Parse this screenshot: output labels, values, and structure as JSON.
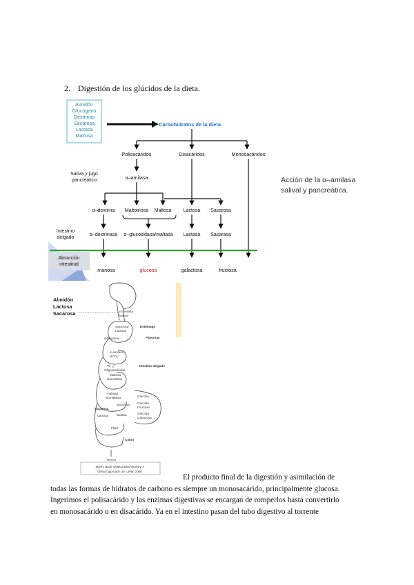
{
  "heading": {
    "number": "2.",
    "text": "Digestión de los glúcidos de la dieta."
  },
  "diagram1": {
    "box_items": [
      "Almidón",
      "Glucógeno",
      "Dextrinas",
      "Sacarosa",
      "Lactosa",
      "Maltosa"
    ],
    "title": "Carbohidratos de la dieta",
    "categories": [
      "Polisacáridos",
      "Disacáridos",
      "Monosacáridos"
    ],
    "saliva_label": [
      "Saliva y jugo",
      "pancreático"
    ],
    "amylase": "α–amilasa",
    "mid_products": [
      "α–dextrina",
      "Maltotriosa",
      "Maltosa",
      "Lactosa",
      "Sacarosa"
    ],
    "intestine_label": [
      "Intestino",
      "delgado"
    ],
    "enzymes": [
      "α–dextrinasa",
      "α–glucosidasa/maltasa",
      "Lactasa",
      "Sacarasa"
    ],
    "absorption_label": [
      "Absorción",
      "intestinal"
    ],
    "final_products": [
      "manosa",
      "glucosa",
      "galactosa",
      "fructosa"
    ],
    "caption": [
      "Acción de la α–amilasa",
      "salival y pancreática."
    ],
    "colors": {
      "box_border": "#5bb8c8",
      "box_text": "#2a8fae",
      "title": "#1f6fc8",
      "absorption_line": "#2ea22e",
      "glucosa": "#d42020"
    }
  },
  "diagram2": {
    "side_labels": [
      "Almidón",
      "Lactosa",
      "Sacarosa"
    ],
    "labels": {
      "amilasa": [
        "α-amilasa",
        "salival"
      ],
      "estomago": "Estómago",
      "sacarosa_lactosa": [
        "Sacarosa",
        "Lactosa"
      ],
      "pancreas": "Páncreas",
      "dextrina": "α-Dextrina",
      "amilasa2": [
        "α-amilasa",
        "HCO₃⁻"
      ],
      "intestino": "Intestino delgado",
      "oligos": [
        "Tri- y",
        "Oligosacáridos",
        "Maltosa,",
        "Isomaltosa"
      ],
      "maltasa": [
        "maltasa",
        "isomaltasa"
      ],
      "sacarosa": "Sacarosa",
      "sacarasa": "sacarasa",
      "lactosa": "Lactosa",
      "lactasa": "lactasa",
      "glucosa1": "Glucosa",
      "glucosa2": [
        "Glucosa",
        "Fructosa"
      ],
      "glucosa3": [
        "Glucosa",
        "Galactosa"
      ],
      "flora": "Flora",
      "colon": "Colon",
      "heces": "Heces"
    },
    "citation": [
      "Mark's Basic Medical Biochemistry. A",
      "clinical approach. 3e. LWW. 2008."
    ]
  },
  "paragraph": {
    "lines": [
      "El producto final de la digestión y asimilación de",
      "todas las formas de hidratos de carbono es siempre un monosacárido, principalmente glucosa.",
      "Ingerimos el polisacárido y las enzimas digestivas se encargan de romperlos hasta convertirlo",
      "en monosacárido o en disacárido. Ya en el intestino pasan del tubo digestivo al torrente"
    ]
  }
}
